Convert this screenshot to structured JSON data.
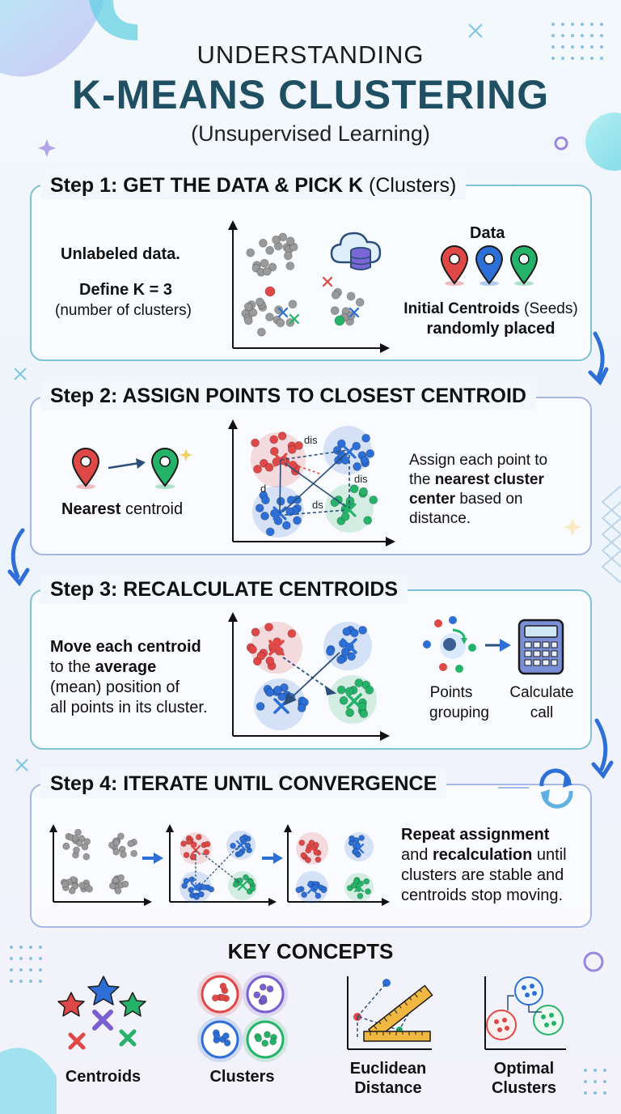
{
  "header": {
    "title_top": "UNDERSTANDING",
    "title_main": "K-MEANS CLUSTERING",
    "subtitle": "(Unsupervised Learning)"
  },
  "step1": {
    "title_bold": "Step 1: GET THE DATA & PICK K",
    "title_light": "(Clusters)",
    "text1": "Unlabeled data.",
    "text2": "Define K = 3",
    "text3": "(number of clusters)",
    "data_label": "Data",
    "centroids_bold": "Initial Centroids",
    "centroids_light": "(Seeds)",
    "centroids_line2": "randomly placed",
    "icon": "cloud-database-icon"
  },
  "step2": {
    "title": "Step 2: ASSIGN POINTS TO CLOSEST CENTROID",
    "nearest_bold": "Nearest",
    "nearest_light": "centroid",
    "desc1": "Assign each point to",
    "desc2_light": "the",
    "desc2_bold": "nearest cluster",
    "desc3_bold": "center",
    "desc3_light": "based on",
    "desc4": "distance.",
    "dist_labels": [
      "dis",
      "dis",
      "d",
      "ds"
    ]
  },
  "step3": {
    "title": "Step 3: RECALCULATE CENTROIDS",
    "l1_bold": "Move each centroid",
    "l2_light": "to the",
    "l2_bold": "average",
    "l3": "(mean) position of",
    "l4": "all points in its cluster.",
    "points_label1": "Points",
    "points_label2": "grouping",
    "calc_label1": "Calculate",
    "calc_label2": "call"
  },
  "step4": {
    "title": "Step 4: ITERATE UNTIL CONVERGENCE",
    "l1_bold": "Repeat assignment",
    "l2_light1": "and",
    "l2_bold": "recalculation",
    "l2_light2": "until",
    "l3": "clusters are stable and",
    "l4": "centroids stop moving."
  },
  "key_concepts": {
    "title": "KEY CONCEPTS",
    "items": [
      {
        "line1": "Centroids",
        "line2": ""
      },
      {
        "line1": "Clusters",
        "line2": ""
      },
      {
        "line1": "Euclidean",
        "line2": "Distance"
      },
      {
        "line1": "Optimal",
        "line2": "Clusters"
      }
    ]
  },
  "colors": {
    "red": "#e04848",
    "blue": "#2d6fd6",
    "green": "#25b36a",
    "gray": "#9a9a9a",
    "title_teal": "#1f4f63",
    "border_teal": "#7ec3d3"
  }
}
